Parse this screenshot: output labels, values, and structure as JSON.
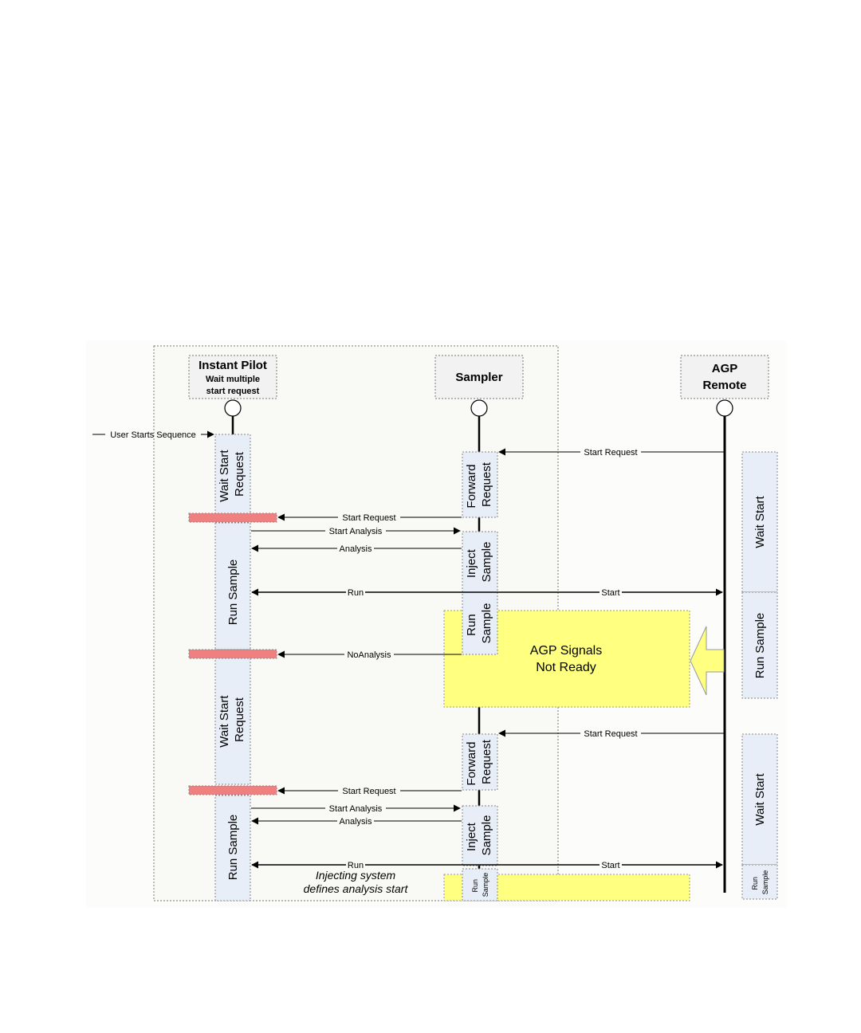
{
  "participants": {
    "instant_pilot": {
      "title": "Instant Pilot",
      "subtitle_1": "Wait multiple",
      "subtitle_2": "start request"
    },
    "sampler": {
      "title": "Sampler"
    },
    "agp_remote": {
      "title_1": "AGP",
      "title_2": "Remote"
    }
  },
  "entry": {
    "label": "User Starts Sequence"
  },
  "activations": {
    "ip_wait_1": [
      "Wait Start",
      "Request"
    ],
    "ip_run_1": [
      "Run Sample"
    ],
    "ip_wait_2": [
      "Wait Start",
      "Request"
    ],
    "ip_run_2": [
      "Run Sample"
    ],
    "s_forward_1": [
      "Forward",
      "Request"
    ],
    "s_inject_1": [
      "Inject",
      "Sample"
    ],
    "s_run_1": [
      "Run",
      "Sample"
    ],
    "s_forward_2": [
      "Forward",
      "Request"
    ],
    "s_inject_2": [
      "Inject",
      "Sample"
    ],
    "s_run_2": [
      "Run",
      "Sample"
    ],
    "a_wait_1": [
      "Wait Start"
    ],
    "a_run_1": [
      "Run Sample"
    ],
    "a_wait_2": [
      "Wait Start"
    ],
    "a_run_2": [
      "Run",
      "Sample"
    ]
  },
  "messages": {
    "m1": "Start Request",
    "m2": "Start Request",
    "m3": "Start Analysis",
    "m4": "Analysis",
    "m5_left": "Run",
    "m5_right": "Start",
    "m6": "NoAnalysis",
    "m7": "Start Request",
    "m8": "Start Request",
    "m9": "Start Analysis",
    "m10": "Analysis",
    "m11_left": "Run",
    "m11_right": "Start"
  },
  "note_box": {
    "line_1": "AGP Signals",
    "line_2": "Not Ready"
  },
  "annotation": {
    "line_1": "Injecting system",
    "line_2": "defines analysis start"
  },
  "colors": {
    "activation_fill": "#e8eef8",
    "ready_bar": "#f08080",
    "note_fill": "#ffff80",
    "header_fill": "#f2f2f2",
    "frame_fill": "#fbfbf8"
  }
}
